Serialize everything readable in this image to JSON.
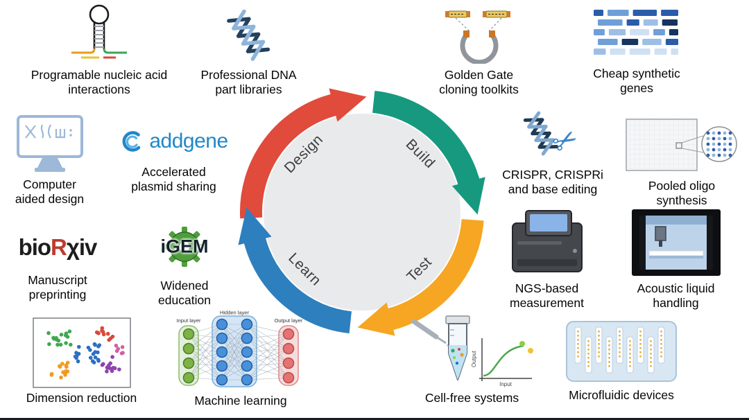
{
  "palette": {
    "design": "#E04B3B",
    "build": "#17997F",
    "test": "#F6A623",
    "learn": "#2E7FBE",
    "disc": "#E8EAEC"
  },
  "cycle": {
    "design": "Design",
    "build": "Build",
    "test": "Test",
    "learn": "Learn"
  },
  "items": {
    "nucleic": {
      "label": "Programable nucleic acid interactions"
    },
    "dna_parts": {
      "label": "Professional DNA part libraries"
    },
    "golden_gate": {
      "label": "Golden Gate cloning toolkits"
    },
    "synthetic_genes": {
      "label": "Cheap synthetic genes"
    },
    "cad": {
      "label": "Computer aided design"
    },
    "addgene": {
      "label": "Accelerated plasmid sharing",
      "logo_text": "addgene"
    },
    "crispr": {
      "label": "CRISPR, CRISPRi and base editing"
    },
    "oligo": {
      "label": "Pooled oligo synthesis"
    },
    "biorxiv": {
      "label": "Manuscript preprinting",
      "logo_bio": "bio",
      "logo_r": "R",
      "logo_xiv": "χiv"
    },
    "igem": {
      "label": "Widened education",
      "logo_text": "iGEM"
    },
    "ngs": {
      "label": "NGS-based measurement"
    },
    "acoustic": {
      "label": "Acoustic liquid handling"
    },
    "dimred": {
      "label": "Dimension reduction"
    },
    "ml": {
      "label": "Machine learning",
      "input_layer": "Input layer",
      "hidden_layer": "Hidden layer",
      "output_layer": "Output layer"
    },
    "cellfree": {
      "label": "Cell-free systems",
      "plot_y": "Output",
      "plot_x": "Input"
    },
    "microfluidic": {
      "label": "Microfluidic devices"
    }
  }
}
